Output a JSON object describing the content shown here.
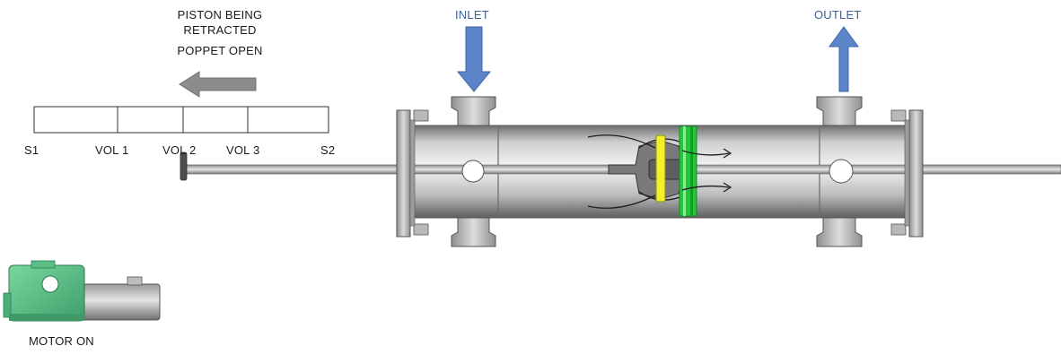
{
  "status": {
    "piston_line1": "PISTON BEING",
    "piston_line2": "RETRACTED",
    "poppet": "POPPET OPEN",
    "motor": "MOTOR ON"
  },
  "ports": {
    "inlet": "INLET",
    "outlet": "OUTLET"
  },
  "scale": {
    "labels": [
      "S1",
      "VOL 1",
      "VOL 2",
      "VOL 3",
      "S2"
    ]
  },
  "icons": {
    "direction": "arrow-left-icon",
    "inlet_flow": "arrow-down-icon",
    "outlet_flow": "arrow-up-icon",
    "motor": "motor-icon"
  },
  "colors": {
    "flow_arrow": "#5b85c8",
    "direction_arrow": "#8c8c8c",
    "motor_housing": "#4caf7a",
    "poppet_yellow": "#f1ef2e",
    "piston_green": "#27c43e",
    "pipe": "#bdbdbd"
  }
}
